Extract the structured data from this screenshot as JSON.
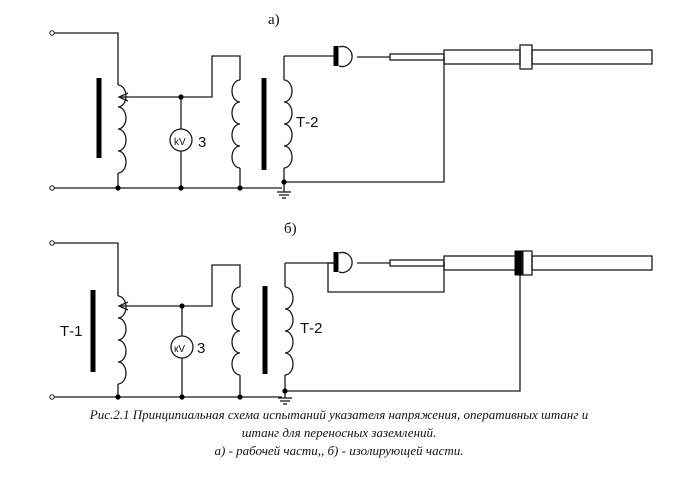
{
  "diagram": {
    "label_a": "а)",
    "label_b": "б)",
    "transformer_t1": "Т-1",
    "transformer_t2_top": "Т-2",
    "transformer_t2_bottom": "Т-2",
    "voltmeter_top": "kV",
    "voltmeter_bottom": "кV",
    "meter_index_top": "3",
    "meter_index_bottom": "3"
  },
  "caption": {
    "line1": "Рис.2.1 Принципиальная схема испытаний указателя напряжения, оперативных штанг и",
    "line2": "штанг для переносных заземлений.",
    "line3": "а) - рабочей части,, б) - изолирующей части."
  }
}
